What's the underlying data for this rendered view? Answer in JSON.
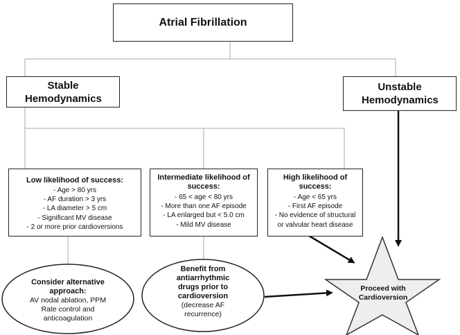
{
  "root": {
    "title": "Atrial Fibrillation"
  },
  "stable": {
    "title": "Stable Hemodynamics"
  },
  "unstable": {
    "title": "Unstable Hemodynamics"
  },
  "low": {
    "title": "Low likelihood of success:",
    "items": [
      "Age > 80 yrs",
      "AF duration > 3 yrs",
      "LA diameter > 5 cm",
      "Significant MV disease",
      "2 or more prior cardioversions"
    ]
  },
  "intermediate": {
    "title": "Intermediate likelihood of success:",
    "items": [
      "65 < age < 80 yrs",
      "More than one AF episode",
      "LA enlarged but < 5.0 cm",
      "Mild MV disease"
    ]
  },
  "high": {
    "title": "High likelihood of success:",
    "items": [
      "Age < 65 yrs",
      "First AF episode",
      "No evidence of structural or valvular heart disease"
    ]
  },
  "alternative": {
    "title": "Consider alternative approach:",
    "body": "AV nodal ablation, PPM Rate control and anticoagulation"
  },
  "benefit": {
    "title": "Benefit from antiarrhythmic drugs prior to cardioversion",
    "note": "(decrease AF recurrence)"
  },
  "proceed": {
    "title": "Proceed with Cardioversion"
  }
}
